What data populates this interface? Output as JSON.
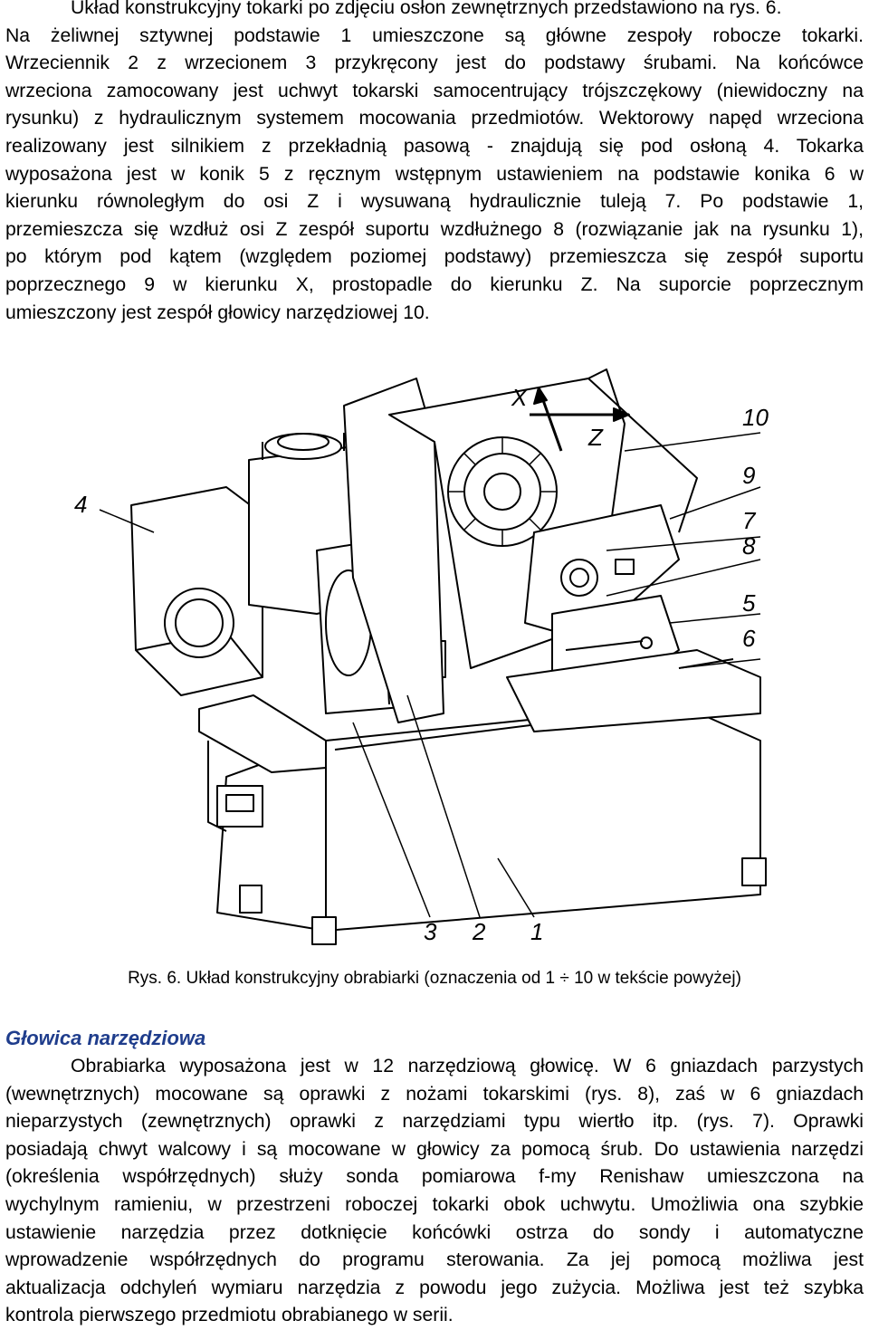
{
  "paragraph1": {
    "lines": [
      "Układ konstrukcyjny tokarki po zdjęciu osłon zewnętrznych przedstawiono na rys. 6.",
      "Na żeliwnej sztywnej podstawie 1 umieszczone są główne zespoły robocze tokarki.",
      "Wrzeciennik 2 z wrzecionem 3 przykręcony jest do podstawy śrubami. Na końcówce",
      "wrzeciona zamocowany jest uchwyt tokarski samocentrujący trójszczękowy (niewidoczny na",
      "rysunku) z hydraulicznym systemem mocowania przedmiotów. Wektorowy napęd wrzeciona",
      "realizowany jest silnikiem z przekładnią pasową - znajdują się pod osłoną 4. Tokarka",
      "wyposażona jest w konik 5 z ręcznym wstępnym ustawieniem na podstawie konika 6 w",
      "kierunku równoległym do osi Z i wysuwaną hydraulicznie tuleją 7. Po podstawie 1,",
      "przemieszcza się wzdłuż osi Z zespół suportu wzdłużnego 8 (rozwiązanie jak na rysunku 1),",
      "po którym pod kątem (względem poziomej podstawy) przemieszcza się zespół suportu",
      "poprzecznego 9 w kierunku X, prostopadle do kierunku Z. Na suporcie poprzecznym",
      "umieszczony jest zespół głowicy narzędziowej 10."
    ]
  },
  "figure": {
    "callouts": [
      "1",
      "2",
      "3",
      "4",
      "5",
      "6",
      "7",
      "8",
      "9",
      "10"
    ],
    "axis_x": "X",
    "axis_z": "Z"
  },
  "caption": "Rys. 6. Układ konstrukcyjny obrabiarki (oznaczenia od 1 ÷ 10 w tekście powyżej)",
  "heading": "Głowica narzędziowa",
  "paragraph2": {
    "lines": [
      "Obrabiarka wyposażona jest w 12 narzędziową głowicę. W 6 gniazdach parzystych",
      "(wewnętrznych) mocowane są oprawki z nożami tokarskimi (rys. 8), zaś w 6 gniazdach",
      "nieparzystych (zewnętrznych) oprawki z narzędziami typu wiertło itp. (rys. 7). Oprawki",
      "posiadają chwyt walcowy i są mocowane w głowicy za pomocą śrub. Do ustawienia narzędzi",
      "(określenia współrzędnych) służy sonda pomiarowa f-my Renishaw umieszczona na",
      "wychylnym ramieniu, w przestrzeni roboczej tokarki obok uchwytu. Umożliwia ona szybkie",
      "ustawienie narzędzia przez dotknięcie końcówki ostrza do sondy i automatyczne",
      "wprowadzenie współrzędnych do programu sterowania. Za jej pomocą możliwa jest",
      "aktualizacja odchyleń wymiaru narzędzia z powodu jego zużycia. Możliwa jest też szybka",
      "kontrola pierwszego przedmiotu obrabianego w serii."
    ]
  }
}
